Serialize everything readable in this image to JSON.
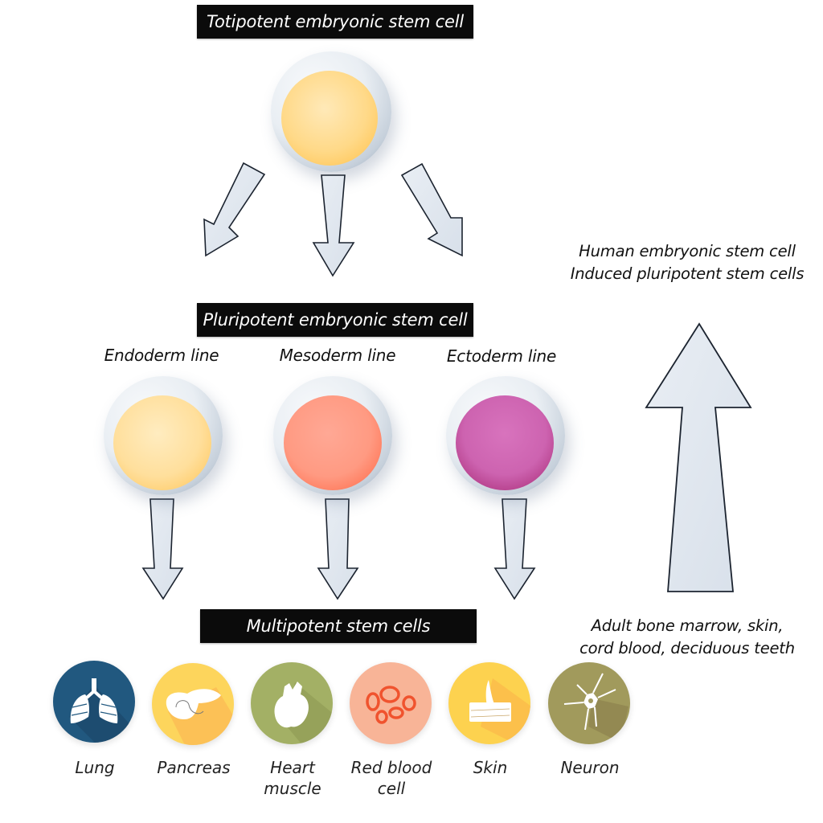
{
  "diagram": {
    "title_banner": "Totipotent embryonic stem cell",
    "middle_banner": "Pluripotent embryonic stem cell",
    "bottom_banner": "Multipotent stem cells",
    "germ_lines": [
      {
        "label": "Endoderm line",
        "color": "#ffd98a"
      },
      {
        "label": "Mesoderm line",
        "color": "#ff8a6e"
      },
      {
        "label": "Ectoderm line",
        "color": "#c04a98"
      }
    ],
    "totipotent_cell_color": "#ffd27a",
    "side_notes": {
      "upper_line1": "Human embryonic stem cell",
      "upper_line2": "Induced pluripotent stem cells",
      "lower_line1": "Adult bone marrow, skin,",
      "lower_line2": "cord blood, deciduous teeth"
    },
    "tissues": [
      {
        "label_line1": "Lung",
        "label_line2": "",
        "icon": "lung-icon",
        "color": "#21587f"
      },
      {
        "label_line1": "Pancreas",
        "label_line2": "",
        "icon": "pancreas-icon",
        "color": "#fdd55c"
      },
      {
        "label_line1": "Heart",
        "label_line2": "muscle",
        "icon": "heart-icon",
        "color": "#a3b065"
      },
      {
        "label_line1": "Red blood",
        "label_line2": "cell",
        "icon": "red-blood-cell-icon",
        "color": "#f8b497"
      },
      {
        "label_line1": "Skin",
        "label_line2": "",
        "icon": "skin-icon",
        "color": "#fdd24f"
      },
      {
        "label_line1": "Neuron",
        "label_line2": "",
        "icon": "neuron-icon",
        "color": "#a19a5c"
      }
    ]
  }
}
